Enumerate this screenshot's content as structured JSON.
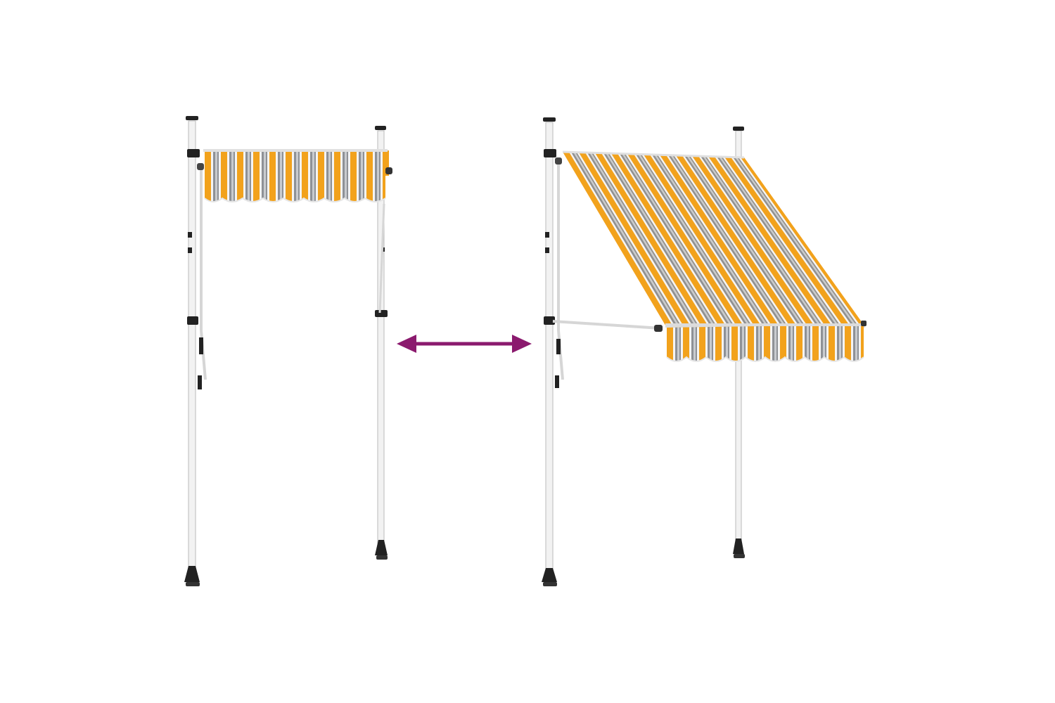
{
  "image": {
    "subjects": [
      {
        "name": "retracted-awning",
        "state": "retracted"
      },
      {
        "name": "extended-awning",
        "state": "extended"
      }
    ],
    "indicator": "double-headed-arrow"
  },
  "colors": {
    "background": "#ffffff",
    "stripe_orange": "#f2a21c",
    "stripe_grey": "#8e9196",
    "stripe_light_grey": "#c8cbcf",
    "stripe_white": "#f4f4f4",
    "pole": "#f2f2f2",
    "pole_outline": "#b9b9b9",
    "hardware": "#222222",
    "arrow": "#8b1a6e"
  }
}
